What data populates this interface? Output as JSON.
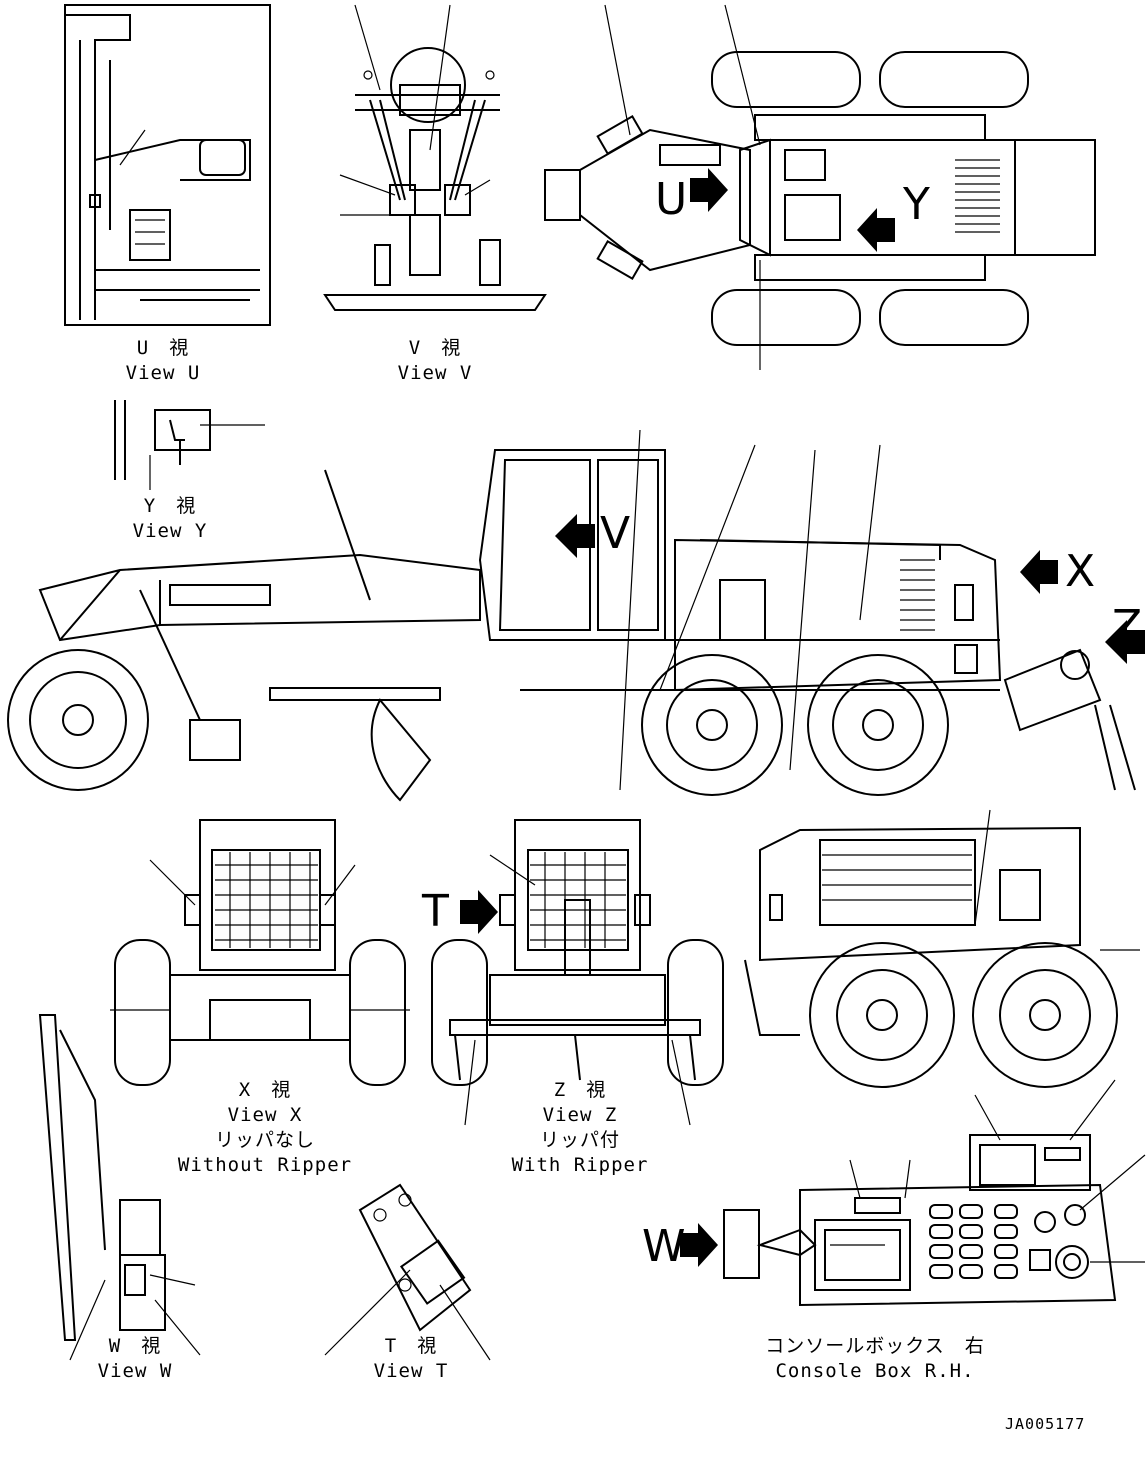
{
  "views": {
    "u": {
      "jp": "U　視",
      "en": "View U"
    },
    "v": {
      "jp": "V　視",
      "en": "View V"
    },
    "y": {
      "jp": "Y　視",
      "en": "View Y"
    },
    "x": {
      "jp": "X　視",
      "en": "View X",
      "jp2": "リッパなし",
      "en2": "Without Ripper"
    },
    "z": {
      "jp": "Z　視",
      "en": "View Z",
      "jp2": "リッパ付",
      "en2": "With Ripper"
    },
    "w": {
      "jp": "W　視",
      "en": "View W"
    },
    "t": {
      "jp": "T　視",
      "en": "View T"
    },
    "console": {
      "jp": "コンソールボックス　右",
      "en": "Console Box R.H."
    }
  },
  "markers": {
    "u": "U",
    "y": "Y",
    "v": "V",
    "x": "X",
    "z": "Z",
    "t": "T",
    "w": "W"
  },
  "doc_id": "JA005177"
}
